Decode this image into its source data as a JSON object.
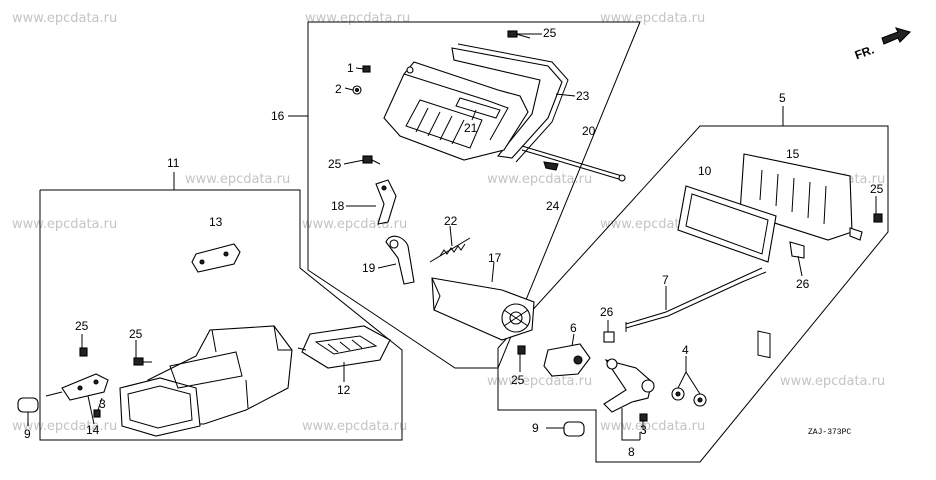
{
  "watermark": "www.epcdata.ru",
  "front_label": "FR.",
  "diagram_code": "ZAJ-373PC",
  "callouts": {
    "c1": "1",
    "c2": "2",
    "c25a": "25",
    "c23": "23",
    "c16": "16",
    "c20": "20",
    "c21": "21",
    "c25b": "25",
    "c18": "18",
    "c22": "22",
    "c24": "24",
    "c19": "19",
    "c17": "17",
    "c11": "11",
    "c13": "13",
    "c25c": "25",
    "c25d": "25",
    "c12": "12",
    "c3a": "3",
    "c9a": "9",
    "c14": "14",
    "c5": "5",
    "c10": "10",
    "c15": "15",
    "c25e": "25",
    "c26a": "26",
    "c7": "7",
    "c26b": "26",
    "c6": "6",
    "c4": "4",
    "c25f": "25",
    "c9b": "9",
    "c3b": "3",
    "c8": "8"
  }
}
